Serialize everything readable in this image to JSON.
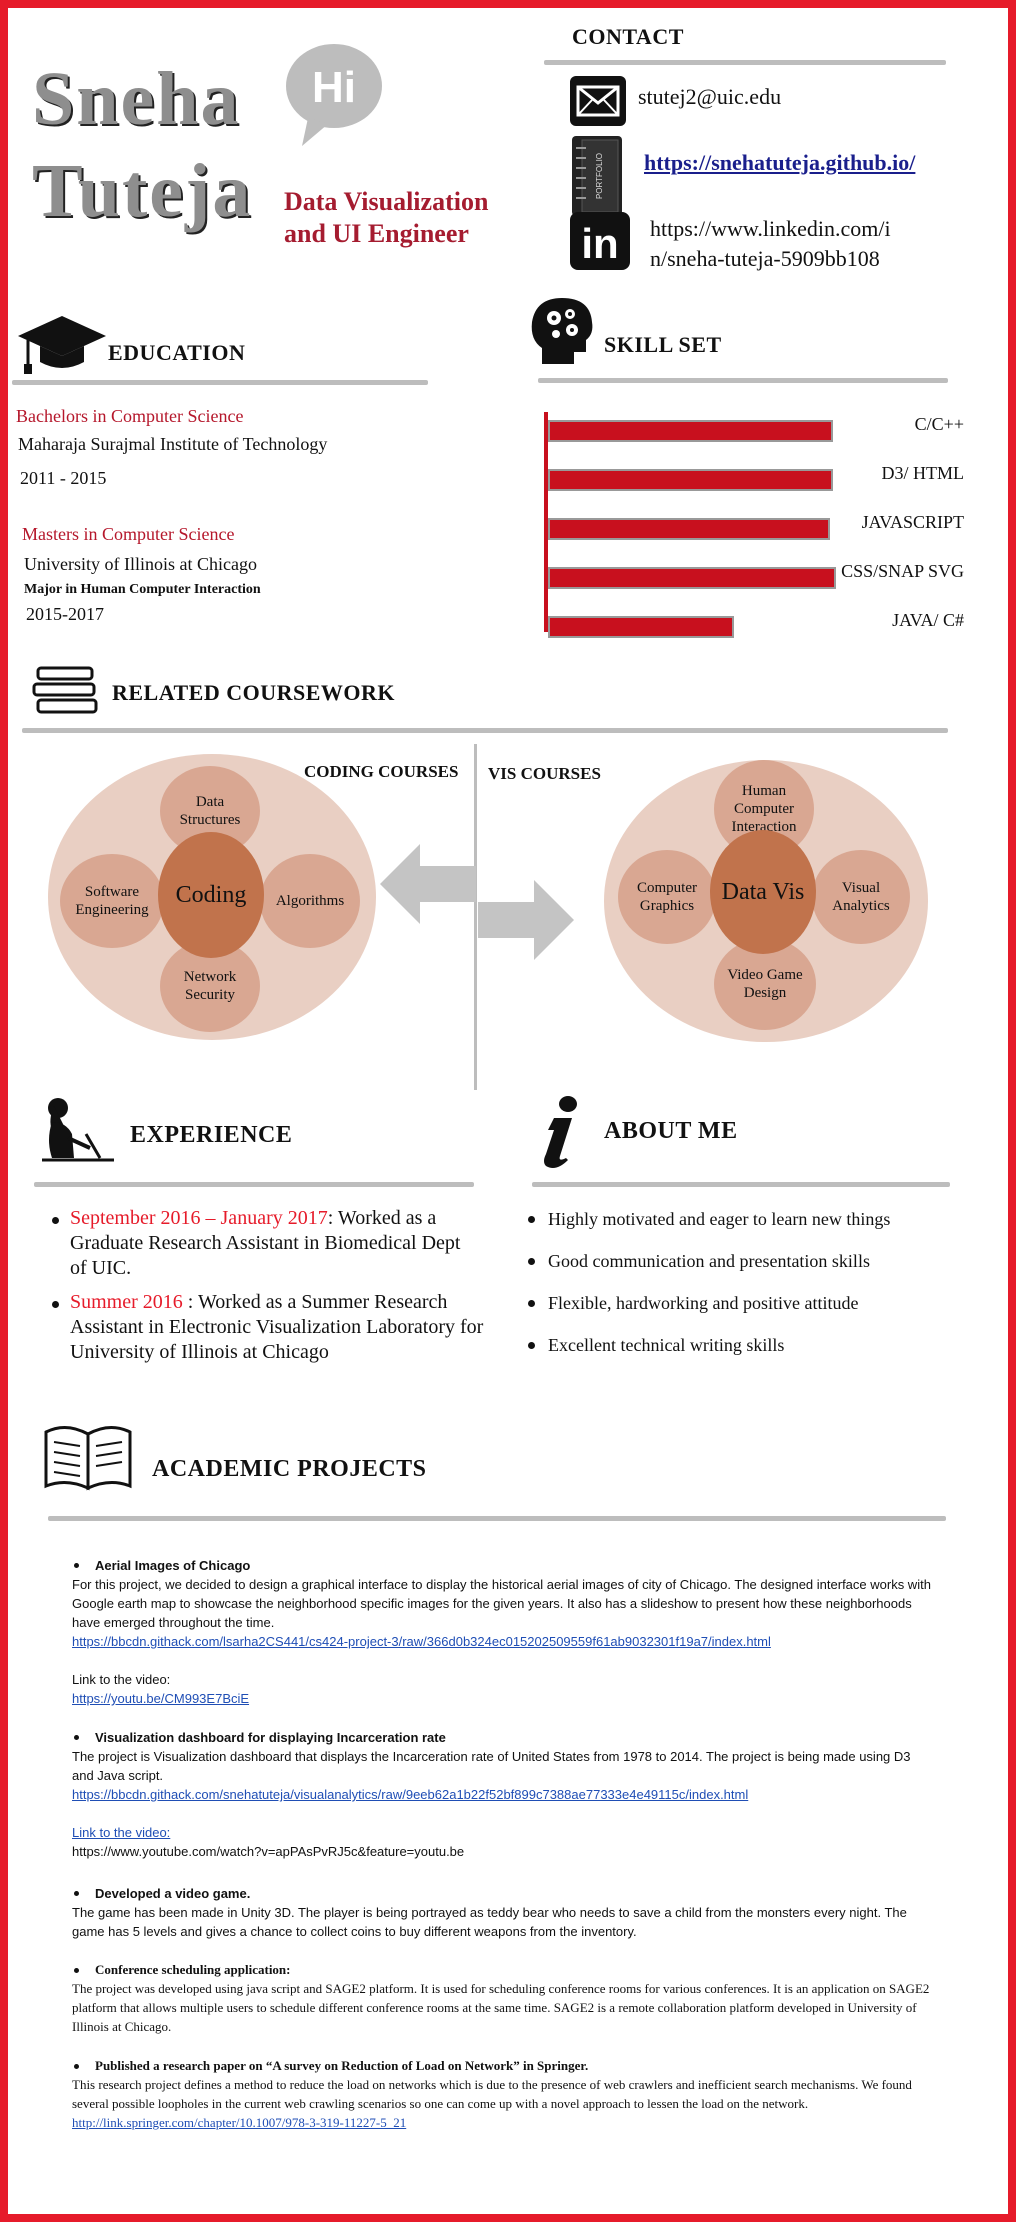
{
  "header": {
    "first_name": "Sneha",
    "last_name": "Tuteja",
    "hi_bubble": "Hi",
    "subtitle_line1": "Data Visualization",
    "subtitle_line2": "and UI Engineer"
  },
  "contact": {
    "heading": "CONTACT",
    "email": "stutej2@uic.edu",
    "website": "https://snehatuteja.github.io/",
    "notebook_icon_text": "PORTFOLIO",
    "linkedin_line1": "https://www.linkedin.com/i",
    "linkedin_line2": "n/sneha-tuteja-5909bb108",
    "linkedin_icon_text": "in"
  },
  "education": {
    "heading": "EDUCATION",
    "degree1": "Bachelors in Computer Science",
    "school1": "Maharaja Surajmal Institute of Technology",
    "years1": "2011 - 2015",
    "degree2": "Masters in Computer Science",
    "school2": "University of Illinois at Chicago",
    "major2": "Major in Human Computer Interaction",
    "years2": "2015-2017"
  },
  "skills": {
    "heading": "SKILL SET",
    "items": [
      {
        "label": "C/C++",
        "level": 0.95
      },
      {
        "label": "D3/ HTML",
        "level": 0.95
      },
      {
        "label": "JAVASCRIPT",
        "level": 0.94
      },
      {
        "label": "CSS/SNAP SVG",
        "level": 0.96
      },
      {
        "label": "JAVA/  C#",
        "level": 0.62
      }
    ]
  },
  "coursework": {
    "heading": "RELATED COURSEWORK",
    "coding_label": "CODING COURSES",
    "vis_label": "VIS COURSES",
    "coding": {
      "core": "Coding",
      "top": "Data\nStructures",
      "left": "Software\nEngineering",
      "right": "Algorithms",
      "bottom": "Network\nSecurity"
    },
    "vis": {
      "core": "Data Vis",
      "top": "Human\nComputer\nInteraction",
      "left": "Computer\nGraphics",
      "right": "Visual\nAnalytics",
      "bottom": "Video Game\nDesign"
    }
  },
  "experience": {
    "heading": "EXPERIENCE",
    "items": [
      {
        "date": "September 2016 – January 2017",
        "text": ": Worked as a Graduate Research Assistant in Biomedical Dept of UIC."
      },
      {
        "date": "Summer 2016",
        "text": " : Worked as a Summer Research Assistant in Electronic Visualization Laboratory for University of Illinois at Chicago"
      }
    ]
  },
  "about": {
    "heading": "ABOUT ME",
    "items": [
      "Highly motivated and eager to learn new things",
      "Good communication and presentation skills",
      "Flexible, hardworking and positive attitude",
      "Excellent technical writing skills"
    ]
  },
  "projects": {
    "heading": "ACADEMIC PROJECTS",
    "p1_title": "Aerial Images of Chicago",
    "p1_desc": "For this project, we decided to design a graphical interface to display the historical aerial images of city of Chicago. The designed interface works with Google earth map to showcase the neighborhood specific images for the given years. It also has a slideshow to present how these neighborhoods have emerged throughout the time.",
    "p1_link": "https://bbcdn.githack.com/lsarha2CS441/cs424-project-3/raw/366d0b324ec015202509559f61ab9032301f19a7/index.html",
    "p1_video_label": "Link to the video:",
    "p1_video": "https://youtu.be/CM993E7BciE",
    "p2_title": "Visualization dashboard for displaying Incarceration rate",
    "p2_desc": "The project is Visualization dashboard that displays the Incarceration rate of United States from 1978 to 2014. The project is being made using D3 and Java script.",
    "p2_link": "https://bbcdn.githack.com/snehatuteja/visualanalytics/raw/9eeb62a1b22f52bf899c7388ae77333e4e49115c/index.html",
    "p2_video_label": "Link to the video:",
    "p2_video": "https://www.youtube.com/watch?v=apPAsPvRJ5c&feature=youtu.be",
    "p3_title": "Developed a video game.",
    "p3_desc": "The game has been made in Unity 3D. The player is being portrayed as teddy bear who needs to save a child from the monsters every night. The game has 5 levels and gives a chance to collect coins to buy different weapons from the inventory.",
    "p4_title": "Conference scheduling application:",
    "p4_desc": "The project was developed using java script and SAGE2 platform. It is used for scheduling conference rooms for various conferences. It is an application on SAGE2 platform that allows multiple users to schedule different conference rooms at the same time. SAGE2 is a remote collaboration platform developed in University of Illinois at Chicago.",
    "p5_title": "Published a research paper on “A survey on Reduction of Load on Network” in Springer.",
    "p5_desc": "This research project defines a method to reduce the load on networks which is due to the presence of web crawlers and inefficient search mechanisms. We found several possible loopholes in the current web crawling scenarios so one can come up with a novel approach to lessen the load on the network.",
    "p5_link": "http://link.springer.com/chapter/10.1007/978-3-319-11227-5_21"
  },
  "colors": {
    "accent": "#e61b2a",
    "title_red": "#a51c30",
    "bar_red": "#c8101e",
    "circle_outer": "#e9cfc3",
    "circle_sat": "#d9a792",
    "circle_core": "#c1734c"
  }
}
